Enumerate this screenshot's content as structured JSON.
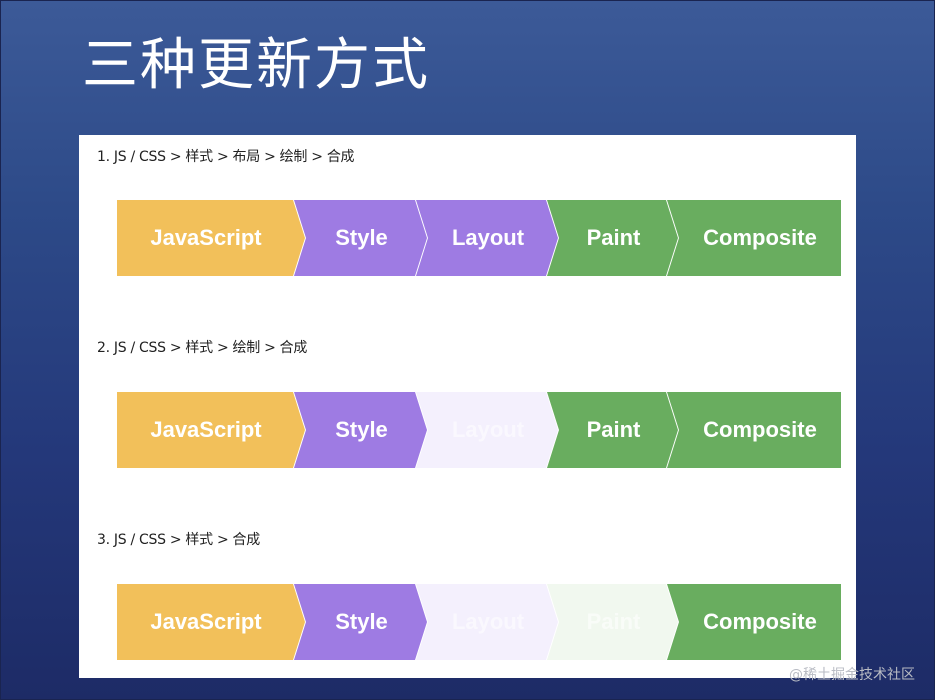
{
  "slide": {
    "title": "三种更新方式"
  },
  "colors": {
    "javascript": "#f2c05a",
    "style": "#9e7be3",
    "layout": "#9e7be3",
    "paint": "#69ad5f",
    "composite": "#69ad5f",
    "faded_purple": "#f4f0fd",
    "faded_green": "#f1f8ef",
    "panel_background": "#ffffff"
  },
  "sections": [
    {
      "label": "1. JS / CSS > 样式 > 布局 > 绘制 > 合成",
      "steps": [
        {
          "label": "JavaScript",
          "active": true
        },
        {
          "label": "Style",
          "active": true
        },
        {
          "label": "Layout",
          "active": true
        },
        {
          "label": "Paint",
          "active": true
        },
        {
          "label": "Composite",
          "active": true
        }
      ]
    },
    {
      "label": "2. JS / CSS > 样式 > 绘制 > 合成",
      "steps": [
        {
          "label": "JavaScript",
          "active": true
        },
        {
          "label": "Style",
          "active": true
        },
        {
          "label": "Layout",
          "active": false
        },
        {
          "label": "Paint",
          "active": true
        },
        {
          "label": "Composite",
          "active": true
        }
      ]
    },
    {
      "label": "3. JS / CSS > 样式 > 合成",
      "steps": [
        {
          "label": "JavaScript",
          "active": true
        },
        {
          "label": "Style",
          "active": true
        },
        {
          "label": "Layout",
          "active": false
        },
        {
          "label": "Paint",
          "active": false
        },
        {
          "label": "Composite",
          "active": true
        }
      ]
    }
  ],
  "watermark": "@稀土掘金技术社区"
}
